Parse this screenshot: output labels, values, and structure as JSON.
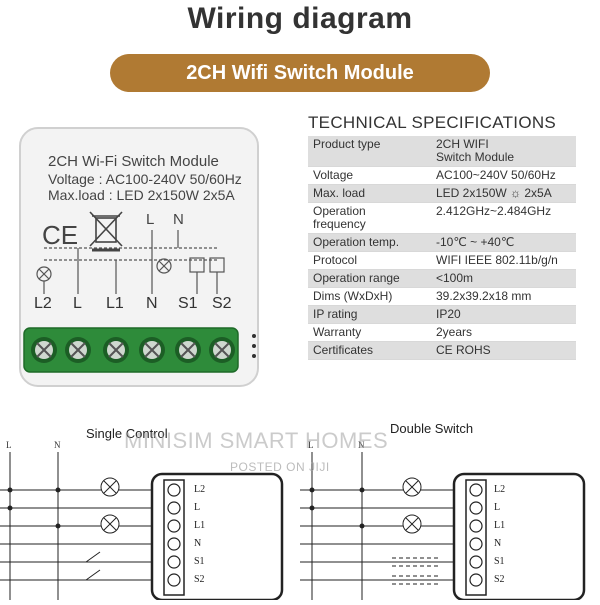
{
  "header": {
    "title": "Wiring diagram",
    "banner": "2CH Wifi Switch Module"
  },
  "module": {
    "name": "2CH Wi-Fi Switch Module",
    "voltage": "Voltage : AC100-240V 50/60Hz",
    "max_load": "Max.load : LED 2x150W 2x5A",
    "top_labels": [
      "L",
      "N"
    ],
    "terminals": [
      "L2",
      "L",
      "L1",
      "N",
      "S1",
      "S2"
    ]
  },
  "specs": {
    "title": "TECHNICAL SPECIFICATIONS",
    "rows": [
      {
        "key": "Product type",
        "value": "2CH WIFI\nSwitch Module"
      },
      {
        "key": "Voltage",
        "value": "AC100~240V 50/60Hz"
      },
      {
        "key": "Max. load",
        "value": "LED 2x150W ☼ 2x5A"
      },
      {
        "key": "Operation\nfrequency",
        "value": "2.412GHz~2.484GHz"
      },
      {
        "key": "Operation temp.",
        "value": "-10℃ ~ +40℃"
      },
      {
        "key": "Protocol",
        "value": "WIFI  IEEE 802.11b/g/n"
      },
      {
        "key": "Operation range",
        "value": "<100m"
      },
      {
        "key": "Dims (WxDxH)",
        "value": "39.2x39.2x18 mm"
      },
      {
        "key": "IP rating",
        "value": "IP20"
      },
      {
        "key": "Warranty",
        "value": "2years"
      },
      {
        "key": "Certificates",
        "value": "CE ROHS"
      }
    ]
  },
  "diagrams": {
    "left_title": "Single Control",
    "right_title": "Double Switch",
    "wire_labels": [
      "L",
      "N"
    ],
    "terminals": [
      "L2",
      "L",
      "L1",
      "N",
      "S1",
      "S2"
    ]
  },
  "watermark": {
    "main": "MINISIM SMART HOMES",
    "sub": "POSTED ON JIJI"
  },
  "colors": {
    "banner": "#b07a33",
    "terminal_green": "#2e8b3a"
  }
}
